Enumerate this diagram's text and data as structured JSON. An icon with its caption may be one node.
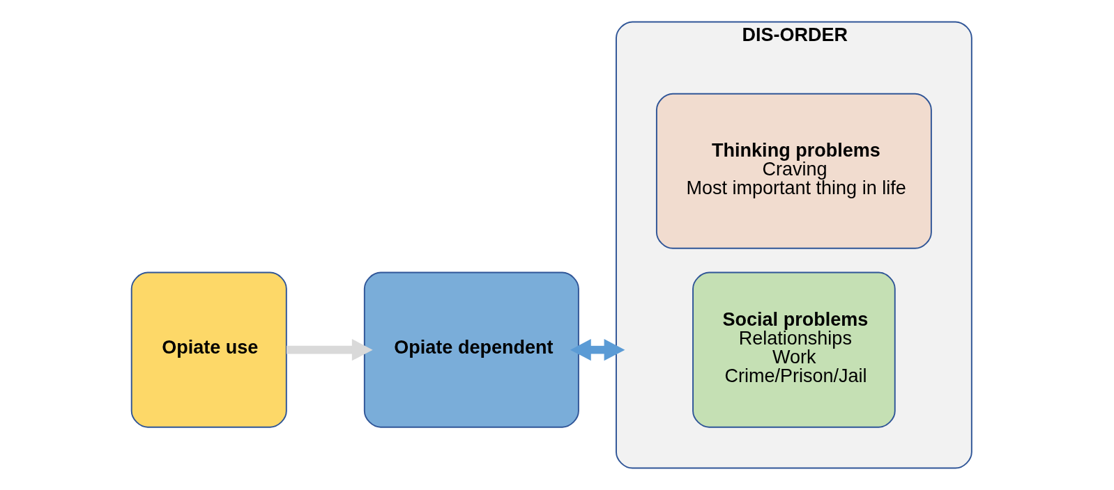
{
  "diagram": {
    "nodes": [
      {
        "text": [
          "Opiate use"
        ]
      },
      {
        "text": [
          "Opiate dependent"
        ]
      },
      {
        "text": [
          "DIS-ORDER"
        ]
      },
      {
        "text": [
          "Social problems",
          "Relationships",
          "Work",
          "Crime/Prison/Jail"
        ],
        "in": 2
      },
      {
        "text": [
          "Thinking problems",
          "Craving",
          "Most important thing in life"
        ],
        "in": 2
      }
    ],
    "edges": [
      {
        "from": 0,
        "to": 1,
        "arrow": "to",
        "color": "#d9d9d9"
      },
      {
        "from": 1,
        "to": 2,
        "arrow": "both",
        "color": "#5b9bd5"
      }
    ]
  }
}
